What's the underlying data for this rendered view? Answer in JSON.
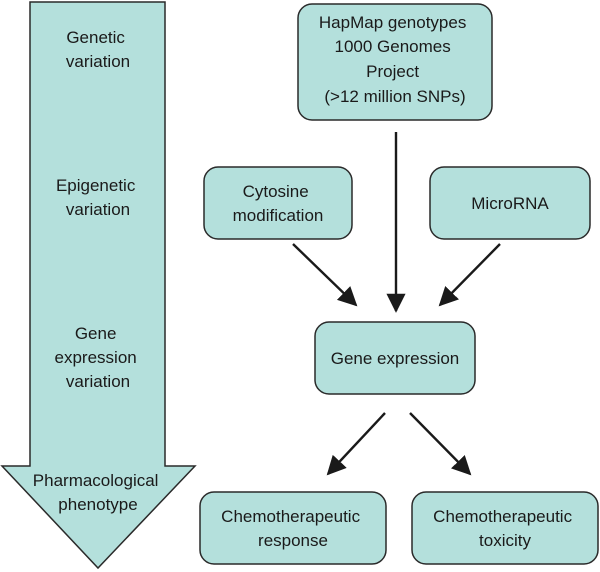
{
  "colors": {
    "box_fill": "#b4e0dc",
    "box_stroke": "#2a2a2a",
    "arrow": "#1a1a1a",
    "text": "#1a1a1a"
  },
  "side_arrow": {
    "stages": [
      {
        "lines": [
          "Genetic",
          "variation"
        ]
      },
      {
        "lines": [
          "Epigenetic",
          "variation"
        ]
      },
      {
        "lines": [
          "Gene",
          "expression",
          "variation"
        ]
      },
      {
        "lines": [
          "Pharmacological",
          "phenotype"
        ]
      }
    ]
  },
  "nodes": {
    "hapmap": {
      "lines": [
        "HapMap genotypes",
        "1000 Genomes",
        "Project",
        "(>12 million SNPs)"
      ]
    },
    "cytosine": {
      "lines": [
        "Cytosine",
        "modification"
      ]
    },
    "microrna": {
      "lines": [
        "MicroRNA"
      ]
    },
    "gene_expression": {
      "lines": [
        "Gene expression"
      ]
    },
    "chemo_response": {
      "lines": [
        "Chemotherapeutic",
        "response"
      ]
    },
    "chemo_toxicity": {
      "lines": [
        "Chemotherapeutic",
        "toxicity"
      ]
    }
  }
}
